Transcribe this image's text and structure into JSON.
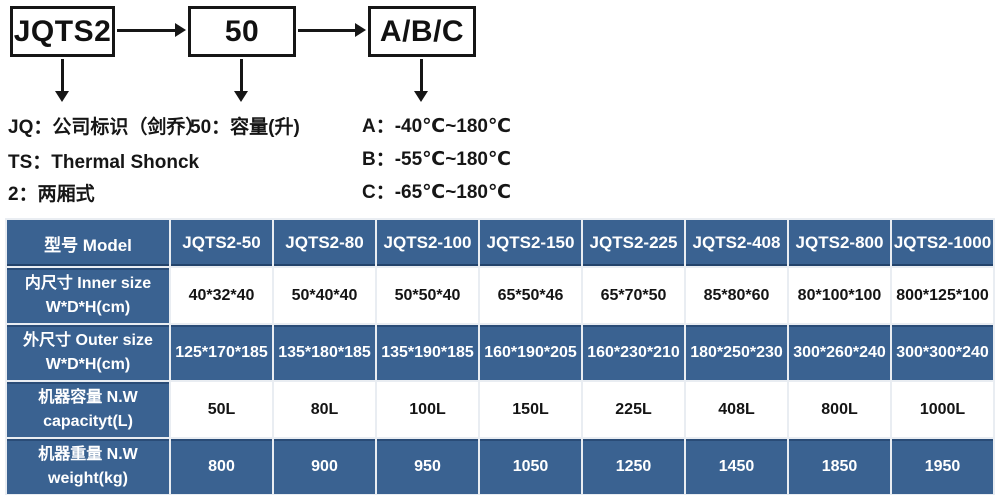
{
  "diagram": {
    "boxes": [
      {
        "label": "JQTS2"
      },
      {
        "label": "50"
      },
      {
        "label": "A/B/C"
      }
    ],
    "notes": {
      "jq": "JQ：公司标识（剑乔）",
      "ts": "TS：Thermal Shonck",
      "two": "2：两厢式",
      "fifty": "50：容量(升)",
      "a": "A：-40℃~180℃",
      "b": "B：-55℃~180℃",
      "c": "C：-65℃~180℃"
    }
  },
  "table": {
    "header": [
      "型号 Model",
      "JQTS2-50",
      "JQTS2-80",
      "JQTS2-100",
      "JQTS2-150",
      "JQTS2-225",
      "JQTS2-408",
      "JQTS2-800",
      "JQTS2-1000"
    ],
    "rows": [
      {
        "label_zh": "内尺寸 Inner size",
        "label_en": "W*D*H(cm)",
        "values": [
          "40*32*40",
          "50*40*40",
          "50*50*40",
          "65*50*46",
          "65*70*50",
          "85*80*60",
          "80*100*100",
          "800*125*100"
        ]
      },
      {
        "label_zh": "外尺寸 Outer size",
        "label_en": "W*D*H(cm)",
        "values": [
          "125*170*185",
          "135*180*185",
          "135*190*185",
          "160*190*205",
          "160*230*210",
          "180*250*230",
          "300*260*240",
          "300*300*240"
        ]
      },
      {
        "label_zh": "机器容量 N.W",
        "label_en": "capacityt(L)",
        "values": [
          "50L",
          "80L",
          "100L",
          "150L",
          "225L",
          "408L",
          "800L",
          "1000L"
        ]
      },
      {
        "label_zh": "机器重量 N.W",
        "label_en": "weight(kg)",
        "values": [
          "800",
          "900",
          "950",
          "1050",
          "1250",
          "1450",
          "1850",
          "1950"
        ]
      }
    ]
  },
  "colors": {
    "table_blue": "#3a6291",
    "separator": "#e9edf2",
    "text_dark": "#141414"
  }
}
